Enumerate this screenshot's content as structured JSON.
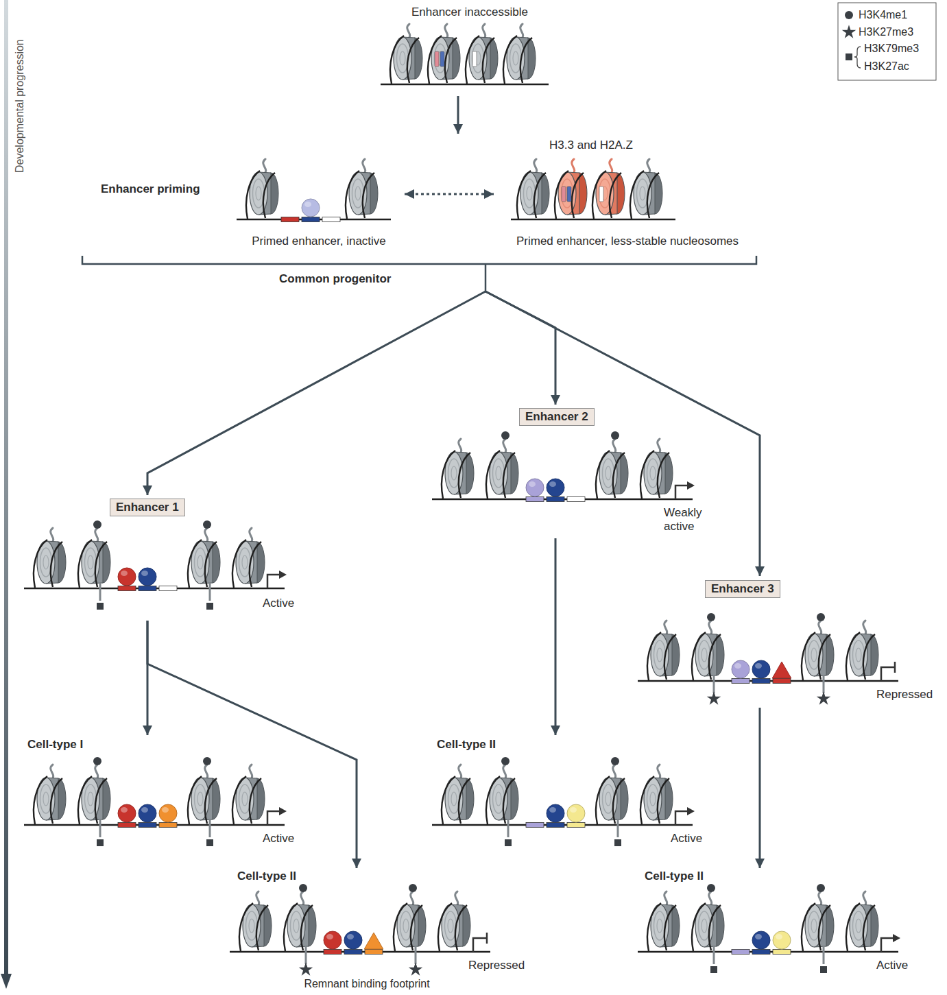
{
  "diagram": {
    "nodes": [
      {
        "text": [
          "Enhancer inaccessible"
        ]
      },
      {
        "text": [
          "Common progenitor"
        ]
      },
      {
        "text": [
          "Primed enhancer, inactive"
        ],
        "in": 1
      },
      {
        "text": [
          "H3.3 and H2A.Z",
          "Primed enhancer, less-stable nucleosomes"
        ],
        "in": 1
      },
      {
        "text": [
          "Enhancer 1",
          "Active"
        ]
      },
      {
        "text": [
          "Enhancer 2",
          "Weakly active"
        ]
      },
      {
        "text": [
          "Enhancer 3",
          "Repressed"
        ]
      },
      {
        "text": [
          "Cell-type I",
          "Active"
        ]
      },
      {
        "text": [
          "Cell-type II",
          "Repressed",
          "Remnant binding footprint"
        ]
      },
      {
        "text": [
          "Cell-type II",
          "Active"
        ]
      },
      {
        "text": [
          "Cell-type II",
          "Active"
        ]
      }
    ],
    "edges": [
      {
        "from": 0,
        "to": 1,
        "arrow": "to"
      },
      {
        "from": 2,
        "to": 3,
        "arrow": "both"
      },
      {
        "from": 1,
        "to": 4,
        "arrow": "to"
      },
      {
        "from": 1,
        "to": 5,
        "arrow": "to"
      },
      {
        "from": 1,
        "to": 6,
        "arrow": "to"
      },
      {
        "from": 4,
        "to": 7,
        "arrow": "to"
      },
      {
        "from": 4,
        "to": 8,
        "arrow": "to"
      },
      {
        "from": 5,
        "to": 9,
        "arrow": "to"
      },
      {
        "from": 6,
        "to": 10,
        "arrow": "to"
      }
    ],
    "labels": [
      "Developmental progression",
      "Enhancer priming"
    ],
    "legend": [
      {
        "text": "H3K4me1"
      },
      {
        "text": "H3K27me3"
      },
      {
        "text": "H3K79me3"
      },
      {
        "text": "H3K27ac"
      }
    ]
  }
}
